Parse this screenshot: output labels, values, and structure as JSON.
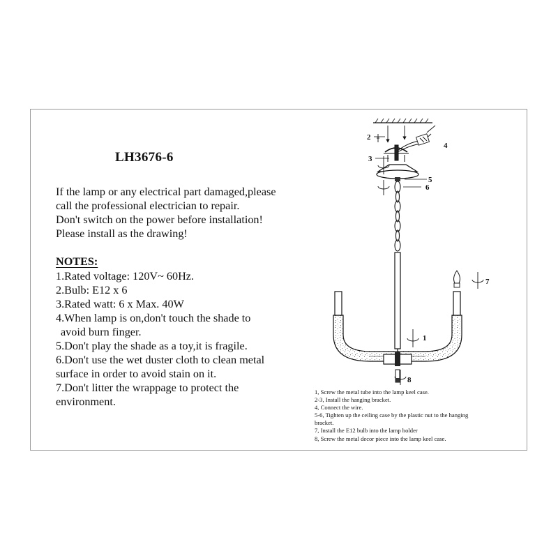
{
  "model": "LH3676-6",
  "warnings": [
    "If the lamp or any electrical part damaged,please",
    "call the professional electrician to repair.",
    "Don't switch on the power before installation!",
    "Please install as the drawing!"
  ],
  "notes_title": "NOTES:",
  "notes": [
    "1.Rated voltage: 120V~ 60Hz.",
    "2.Bulb:  E12 x 6",
    "3.Rated watt:  6 x Max. 40W",
    "4.When lamp is on,don't touch the shade to",
    "avoid burn finger.",
    "5.Don't play the shade as a toy,it is fragile.",
    "6.Don't use the wet duster cloth to clean metal",
    "surface in order to avoid stain on it.",
    "7.Don't litter the wrappage to protect the",
    "environment."
  ],
  "callouts": {
    "c1": "1",
    "c2": "2",
    "c3": "3",
    "c4": "4",
    "c5": "5",
    "c6": "6",
    "c7": "7",
    "c8": "8"
  },
  "steps": [
    "1, Screw the metal tube into the lamp keel case.",
    "2-3, Install the hanging bracket.",
    "4, Connect the wire.",
    "5-6, Tighten up the ceiling case by the plastic nut to the hanging",
    "bracket.",
    "7, Install the E12 bulb into the lamp holder",
    "8, Screw the metal decor piece into the lamp keel case."
  ]
}
